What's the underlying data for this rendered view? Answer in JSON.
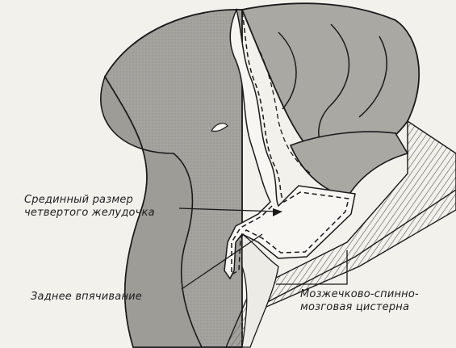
{
  "labels": {
    "median_line1": "Срединный размер",
    "median_line2": "четвертого желудочка",
    "posterior": "Заднее впячивание",
    "cistern_line1": "Мозжечково-спинно-",
    "cistern_line2": "мозговая цистерна"
  },
  "colors": {
    "background": "#f3f1ec",
    "tissue_dark": "#9a9a96",
    "tissue_mid": "#b8b6b1",
    "cavity_light": "#f7f6f2",
    "outline": "#1a1a1a",
    "bone_hatch": "#6b6a66"
  }
}
